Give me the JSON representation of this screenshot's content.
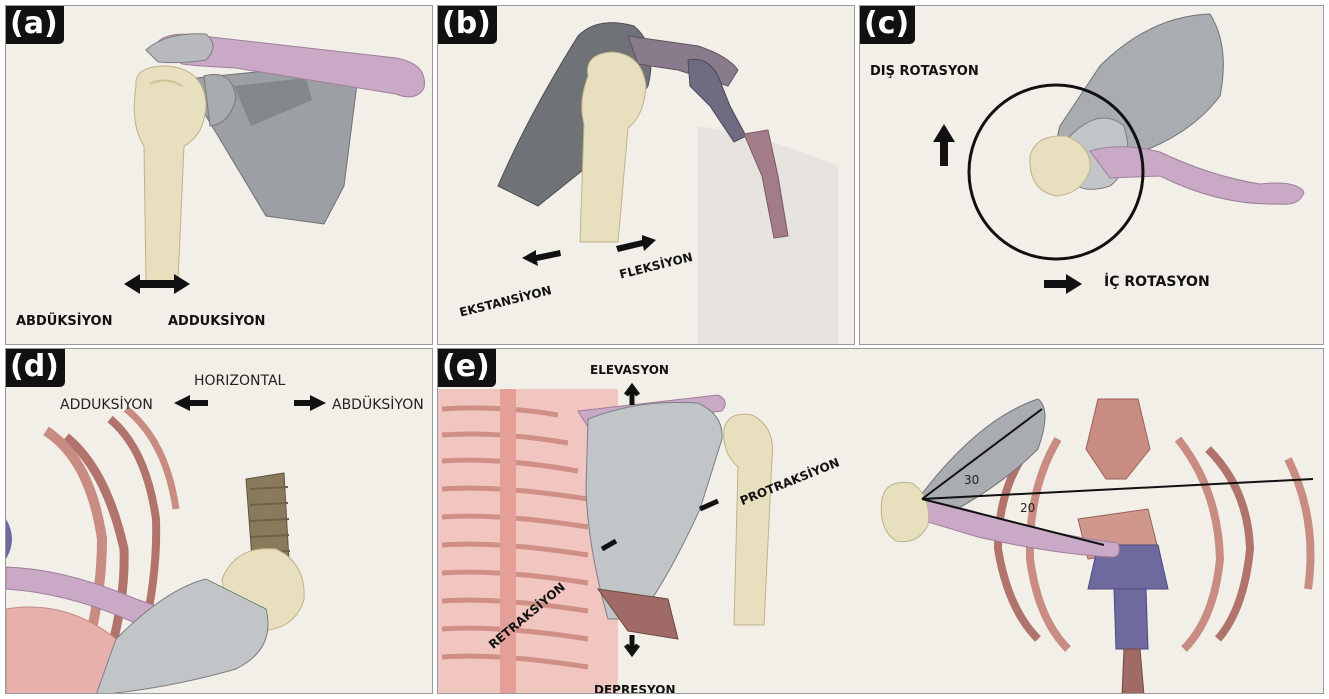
{
  "panels": {
    "a": {
      "tag": "(a)",
      "abduction": "ABDÜKSİYON",
      "adduction": "ADDUKSİYON"
    },
    "b": {
      "tag": "(b)",
      "extension": "EKSTANSİYON",
      "flexion": "FLEKSİYON"
    },
    "c": {
      "tag": "(c)",
      "external_rotation": "DIŞ ROTASYON",
      "internal_rotation": "İÇ ROTASYON"
    },
    "d": {
      "tag": "(d)",
      "horizontal": "HORIZONTAL",
      "adduction": "ADDUKSİYON",
      "abduction": "ABDÜKSİYON"
    },
    "e": {
      "tag": "(e)",
      "elevation": "ELEVASYON",
      "protraction": "PROTRAKSİYON",
      "retraction": "RETRAKSİYON",
      "depression": "DEPRESYON",
      "angle_30": "30",
      "angle_20": "20"
    }
  },
  "colors": {
    "bone_humerus": "#e8dfbf",
    "bone_scapula": "#9c9fa4",
    "bone_clavicle": "#c9a9c6",
    "bone_rib": "#c98c82",
    "vertebra": "#e7b0ab",
    "sternum": "#6e6aa0"
  }
}
